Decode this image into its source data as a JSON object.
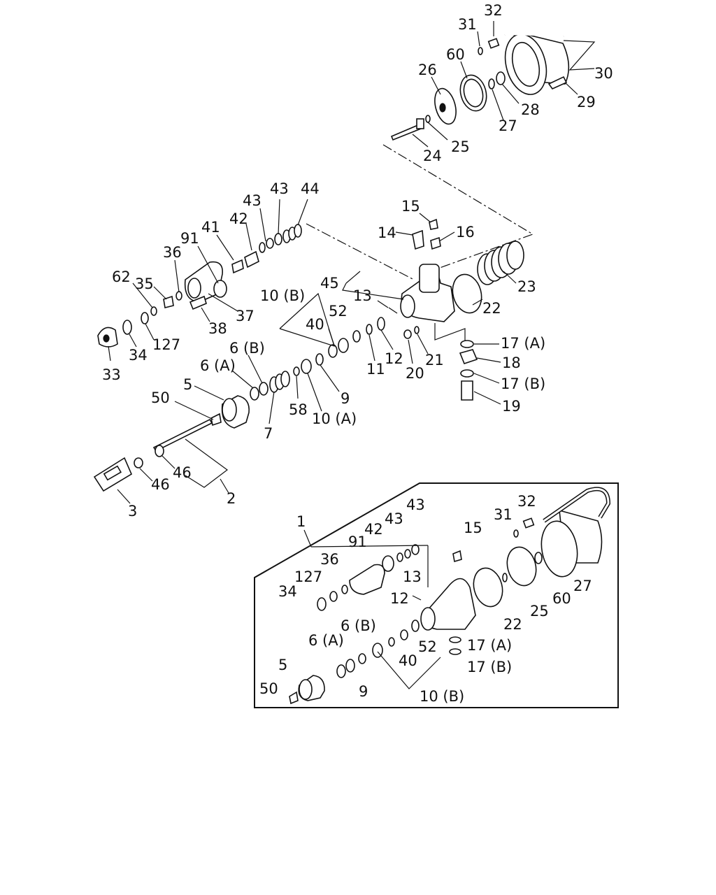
{
  "labels": {
    "p1": "1",
    "p2": "2",
    "p3": "3",
    "p5": "5",
    "p6a": "6 (A)",
    "p6b": "6 (B)",
    "p7": "7",
    "p9": "9",
    "p10a": "10 (A)",
    "p10b": "10 (B)",
    "p11": "11",
    "p12": "12",
    "p13": "13",
    "p14": "14",
    "p15": "15",
    "p16": "16",
    "p17a": "17 (A)",
    "p17b": "17 (B)",
    "p18": "18",
    "p19": "19",
    "p20": "20",
    "p21": "21",
    "p22": "22",
    "p23": "23",
    "p24": "24",
    "p25": "25",
    "p26": "26",
    "p27": "27",
    "p28": "28",
    "p29": "29",
    "p30": "30",
    "p31": "31",
    "p32": "32",
    "p33": "33",
    "p34": "34",
    "p35": "35",
    "p36": "36",
    "p37": "37",
    "p38": "38",
    "p40": "40",
    "p41": "41",
    "p42": "42",
    "p43": "43",
    "p44": "44",
    "p45": "45",
    "p46": "46",
    "p50": "50",
    "p52": "52",
    "p58": "58",
    "p60": "60",
    "p62": "62",
    "p91": "91",
    "p127": "127"
  },
  "inset": {
    "p1": "1",
    "p5": "5",
    "p6a": "6 (A)",
    "p6b": "6 (B)",
    "p9": "9",
    "p10b": "10 (B)",
    "p12": "12",
    "p13": "13",
    "p15": "15",
    "p17a": "17 (A)",
    "p17b": "17 (B)",
    "p22": "22",
    "p25": "25",
    "p27": "27",
    "p31": "31",
    "p32": "32",
    "p34": "34",
    "p36": "36",
    "p40": "40",
    "p42": "42",
    "p43": "43",
    "p50": "50",
    "p52": "52",
    "p60": "60",
    "p91": "91",
    "p127": "127"
  }
}
